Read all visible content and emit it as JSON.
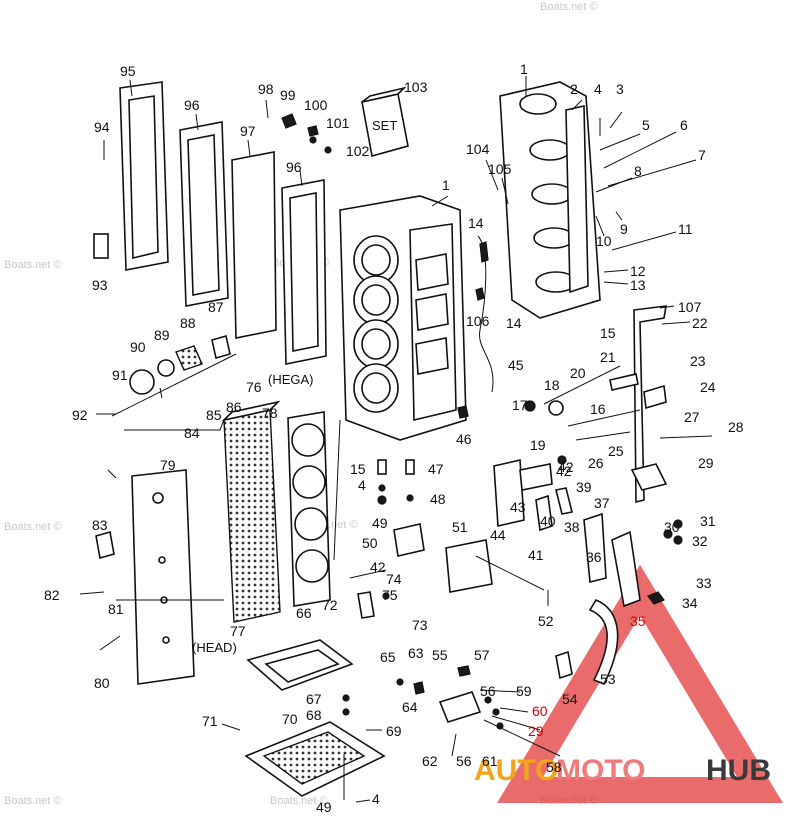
{
  "watermark": "Boats.net ©",
  "captions": {
    "hega": "(HEGA)",
    "head": "(HEAD)"
  },
  "box_label": "SET",
  "logo": {
    "part1": "AUTO",
    "part2": "MOTO",
    "part3": "HUB"
  },
  "colors": {
    "lines": "#111111",
    "logo_red": "#e23a3a",
    "logo_orange": "#f2a51a",
    "logo_dark": "#3a3a3a"
  },
  "callouts": [
    "95",
    "96",
    "97",
    "98",
    "99",
    "100",
    "101",
    "102",
    "103",
    "94",
    "93",
    "1",
    "2",
    "3",
    "4",
    "5",
    "6",
    "7",
    "104",
    "105",
    "8",
    "9",
    "10",
    "11",
    "12",
    "13",
    "14",
    "15",
    "106",
    "107",
    "22",
    "21",
    "23",
    "20",
    "24",
    "18",
    "17",
    "16",
    "27",
    "28",
    "19",
    "25",
    "26",
    "29",
    "42",
    "39",
    "37",
    "38",
    "40",
    "43",
    "44",
    "41",
    "36",
    "30",
    "31",
    "32",
    "33",
    "34",
    "35",
    "45",
    "46",
    "47",
    "48",
    "49",
    "50",
    "51",
    "52",
    "53",
    "54",
    "55",
    "56",
    "57",
    "59",
    "60",
    "61",
    "62",
    "63",
    "64",
    "65",
    "58",
    "66",
    "67",
    "68",
    "69",
    "70",
    "71",
    "72",
    "73",
    "74",
    "75",
    "76",
    "77",
    "78",
    "79",
    "80",
    "81",
    "82",
    "83",
    "84",
    "85",
    "86",
    "87",
    "88",
    "89",
    "90",
    "91",
    "92"
  ]
}
